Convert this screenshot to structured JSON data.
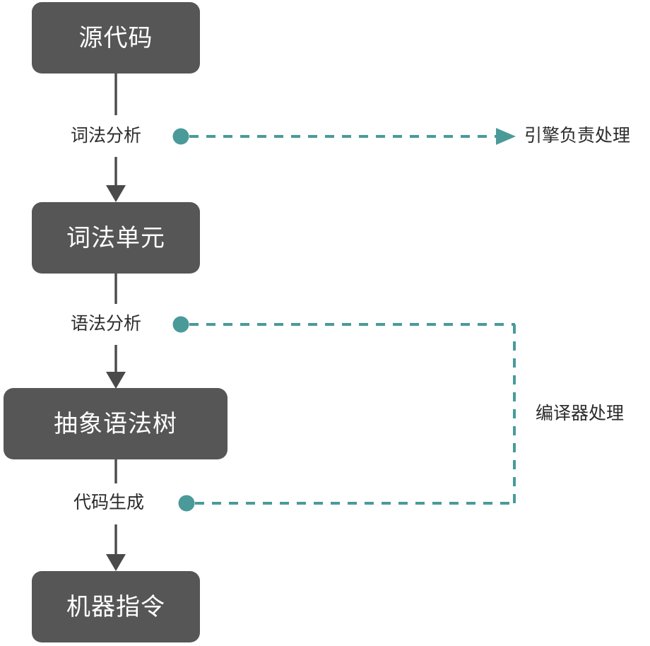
{
  "diagram": {
    "type": "flowchart",
    "title": "",
    "colors": {
      "node_fill": "#565656",
      "node_text": "#ffffff",
      "connector": "#4a4a4a",
      "accent_teal": "#4a9a9a",
      "label_text": "#2b2b2b",
      "background": "#ffffff"
    },
    "nodes": [
      {
        "id": "source-code",
        "label": "源代码"
      },
      {
        "id": "tokens",
        "label": "词法单元"
      },
      {
        "id": "ast",
        "label": "抽象语法树"
      },
      {
        "id": "machine-code",
        "label": "机器指令"
      }
    ],
    "edges": [
      {
        "id": "lexical-analysis",
        "label": "词法分析",
        "from": "source-code",
        "to": "tokens"
      },
      {
        "id": "syntax-analysis",
        "label": "语法分析",
        "from": "tokens",
        "to": "ast"
      },
      {
        "id": "code-generation",
        "label": "代码生成",
        "from": "ast",
        "to": "machine-code"
      }
    ],
    "annotations": [
      {
        "id": "engine-handles",
        "label": "引擎负责处理",
        "style": "dashed-arrow",
        "attached_to": "lexical-analysis"
      },
      {
        "id": "compiler-handles",
        "label": "编译器处理",
        "style": "dashed-bracket",
        "attached_to": [
          "syntax-analysis",
          "code-generation"
        ]
      }
    ]
  }
}
